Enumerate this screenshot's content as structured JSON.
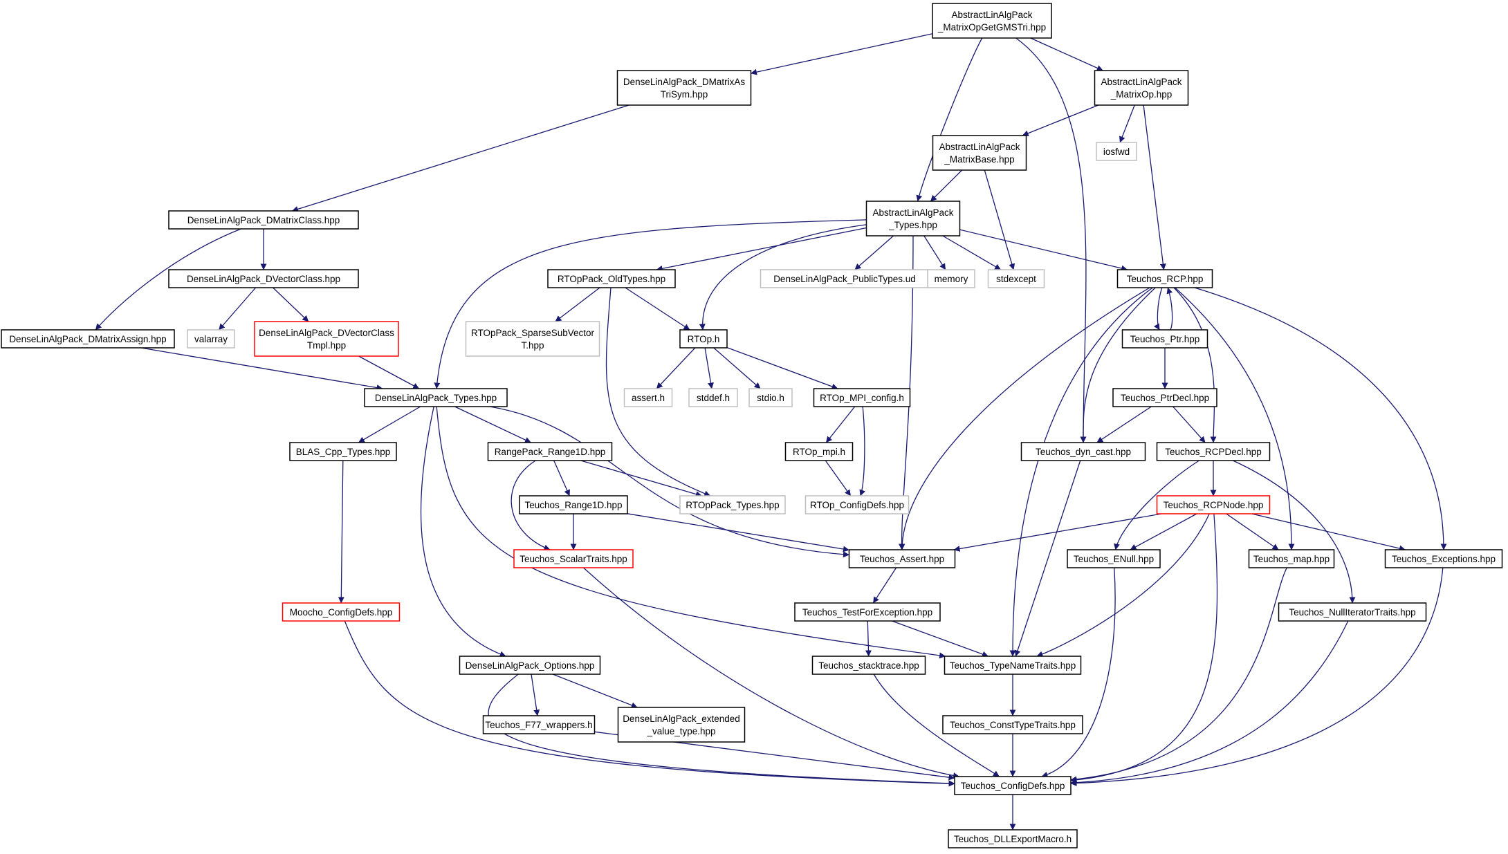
{
  "colors": {
    "edge": "#191970",
    "normal_border": "#000000",
    "external_border": "#bfbfbf",
    "incomplete_border": "#ff0000",
    "root_fill": "#bfbfbf",
    "background": "#ffffff"
  },
  "nodes": [
    {
      "id": "root",
      "lines": [
        "AbstractLinAlgPack",
        "_MatrixOpGetGMSTri.hpp"
      ],
      "style": "root"
    },
    {
      "id": "dmatrixastrisym",
      "lines": [
        "DenseLinAlgPack_DMatrixAs",
        "TriSym.hpp"
      ],
      "style": "normal"
    },
    {
      "id": "alap_matrixop",
      "lines": [
        "AbstractLinAlgPack",
        "_MatrixOp.hpp"
      ],
      "style": "normal"
    },
    {
      "id": "alap_matrixbase",
      "lines": [
        "AbstractLinAlgPack",
        "_MatrixBase.hpp"
      ],
      "style": "normal"
    },
    {
      "id": "iosfwd",
      "lines": [
        "iosfwd"
      ],
      "style": "external"
    },
    {
      "id": "dmatrixclass",
      "lines": [
        "DenseLinAlgPack_DMatrixClass.hpp"
      ],
      "style": "normal"
    },
    {
      "id": "alap_types",
      "lines": [
        "AbstractLinAlgPack",
        "_Types.hpp"
      ],
      "style": "normal"
    },
    {
      "id": "dvectorclass",
      "lines": [
        "DenseLinAlgPack_DVectorClass.hpp"
      ],
      "style": "normal"
    },
    {
      "id": "rtoppack_oldtypes",
      "lines": [
        "RTOpPack_OldTypes.hpp"
      ],
      "style": "normal"
    },
    {
      "id": "publictypes",
      "lines": [
        "DenseLinAlgPack_PublicTypes.ud"
      ],
      "style": "external"
    },
    {
      "id": "memory",
      "lines": [
        "memory"
      ],
      "style": "external"
    },
    {
      "id": "stdexcept",
      "lines": [
        "stdexcept"
      ],
      "style": "external"
    },
    {
      "id": "teuchos_rcp",
      "lines": [
        "Teuchos_RCP.hpp"
      ],
      "style": "normal"
    },
    {
      "id": "dmatrixassign",
      "lines": [
        "DenseLinAlgPack_DMatrixAssign.hpp"
      ],
      "style": "normal"
    },
    {
      "id": "valarray",
      "lines": [
        "valarray"
      ],
      "style": "external"
    },
    {
      "id": "dvectorclasstmpl",
      "lines": [
        "DenseLinAlgPack_DVectorClass",
        "Tmpl.hpp"
      ],
      "style": "incomplete"
    },
    {
      "id": "sparsesubvector",
      "lines": [
        "RTOpPack_SparseSubVector",
        "T.hpp"
      ],
      "style": "external"
    },
    {
      "id": "rtop_h",
      "lines": [
        "RTOp.h"
      ],
      "style": "normal"
    },
    {
      "id": "teuchos_ptr",
      "lines": [
        "Teuchos_Ptr.hpp"
      ],
      "style": "normal"
    },
    {
      "id": "dlap_types",
      "lines": [
        "DenseLinAlgPack_Types.hpp"
      ],
      "style": "normal"
    },
    {
      "id": "assert_h",
      "lines": [
        "assert.h"
      ],
      "style": "external"
    },
    {
      "id": "stddef_h",
      "lines": [
        "stddef.h"
      ],
      "style": "external"
    },
    {
      "id": "stdio_h",
      "lines": [
        "stdio.h"
      ],
      "style": "external"
    },
    {
      "id": "rtop_mpi_config",
      "lines": [
        "RTOp_MPI_config.h"
      ],
      "style": "normal"
    },
    {
      "id": "teuchos_ptrdecl",
      "lines": [
        "Teuchos_PtrDecl.hpp"
      ],
      "style": "normal"
    },
    {
      "id": "blas_cpp_types",
      "lines": [
        "BLAS_Cpp_Types.hpp"
      ],
      "style": "normal"
    },
    {
      "id": "rangepack",
      "lines": [
        "RangePack_Range1D.hpp"
      ],
      "style": "normal"
    },
    {
      "id": "rtop_mpi_h",
      "lines": [
        "RTOp_mpi.h"
      ],
      "style": "normal"
    },
    {
      "id": "teuchos_dyn_cast",
      "lines": [
        "Teuchos_dyn_cast.hpp"
      ],
      "style": "normal"
    },
    {
      "id": "teuchos_rcpdecl",
      "lines": [
        "Teuchos_RCPDecl.hpp"
      ],
      "style": "normal"
    },
    {
      "id": "teuchos_range1d",
      "lines": [
        "Teuchos_Range1D.hpp"
      ],
      "style": "normal"
    },
    {
      "id": "rtoppack_types",
      "lines": [
        "RTOpPack_Types.hpp"
      ],
      "style": "external"
    },
    {
      "id": "rtop_configdefs",
      "lines": [
        "RTOp_ConfigDefs.hpp"
      ],
      "style": "external"
    },
    {
      "id": "teuchos_rcpnode",
      "lines": [
        "Teuchos_RCPNode.hpp"
      ],
      "style": "incomplete"
    },
    {
      "id": "teuchos_scalartraits",
      "lines": [
        "Teuchos_ScalarTraits.hpp"
      ],
      "style": "incomplete"
    },
    {
      "id": "teuchos_assert",
      "lines": [
        "Teuchos_Assert.hpp"
      ],
      "style": "normal"
    },
    {
      "id": "teuchos_enull",
      "lines": [
        "Teuchos_ENull.hpp"
      ],
      "style": "normal"
    },
    {
      "id": "teuchos_map",
      "lines": [
        "Teuchos_map.hpp"
      ],
      "style": "normal"
    },
    {
      "id": "teuchos_exceptions",
      "lines": [
        "Teuchos_Exceptions.hpp"
      ],
      "style": "normal"
    },
    {
      "id": "moocho_configdefs",
      "lines": [
        "Moocho_ConfigDefs.hpp"
      ],
      "style": "incomplete"
    },
    {
      "id": "teuchos_testforexception",
      "lines": [
        "Teuchos_TestForException.hpp"
      ],
      "style": "normal"
    },
    {
      "id": "teuchos_nulliteratortraits",
      "lines": [
        "Teuchos_NullIteratorTraits.hpp"
      ],
      "style": "normal"
    },
    {
      "id": "dlap_options",
      "lines": [
        "DenseLinAlgPack_Options.hpp"
      ],
      "style": "normal"
    },
    {
      "id": "teuchos_stacktrace",
      "lines": [
        "Teuchos_stacktrace.hpp"
      ],
      "style": "normal"
    },
    {
      "id": "teuchos_typenametraits",
      "lines": [
        "Teuchos_TypeNameTraits.hpp"
      ],
      "style": "normal"
    },
    {
      "id": "teuchos_f77",
      "lines": [
        "Teuchos_F77_wrappers.h"
      ],
      "style": "normal"
    },
    {
      "id": "extended_value_type",
      "lines": [
        "DenseLinAlgPack_extended",
        "_value_type.hpp"
      ],
      "style": "normal"
    },
    {
      "id": "teuchos_consttypetraits",
      "lines": [
        "Teuchos_ConstTypeTraits.hpp"
      ],
      "style": "normal"
    },
    {
      "id": "teuchos_configdefs",
      "lines": [
        "Teuchos_ConfigDefs.hpp"
      ],
      "style": "normal"
    },
    {
      "id": "teuchos_dllexportmacro",
      "lines": [
        "Teuchos_DLLExportMacro.h"
      ],
      "style": "normal"
    }
  ],
  "edges": [
    [
      "root",
      "dmatrixastrisym"
    ],
    [
      "root",
      "alap_types"
    ],
    [
      "root",
      "teuchos_dyn_cast"
    ],
    [
      "root",
      "alap_matrixop"
    ],
    [
      "dmatrixastrisym",
      "dmatrixclass"
    ],
    [
      "alap_matrixop",
      "alap_matrixbase"
    ],
    [
      "alap_matrixop",
      "iosfwd"
    ],
    [
      "alap_matrixop",
      "teuchos_rcp"
    ],
    [
      "alap_matrixbase",
      "alap_types"
    ],
    [
      "alap_matrixbase",
      "stdexcept"
    ],
    [
      "dmatrixclass",
      "dvectorclass"
    ],
    [
      "dmatrixclass",
      "dmatrixassign"
    ],
    [
      "dvectorclass",
      "valarray"
    ],
    [
      "dvectorclass",
      "dvectorclasstmpl"
    ],
    [
      "alap_types",
      "dlap_types"
    ],
    [
      "alap_types",
      "rtoppack_oldtypes"
    ],
    [
      "alap_types",
      "rtop_h"
    ],
    [
      "alap_types",
      "publictypes"
    ],
    [
      "alap_types",
      "memory"
    ],
    [
      "alap_types",
      "stdexcept"
    ],
    [
      "alap_types",
      "teuchos_rcp"
    ],
    [
      "alap_types",
      "teuchos_assert"
    ],
    [
      "dmatrixassign",
      "dlap_types"
    ],
    [
      "dvectorclasstmpl",
      "dlap_types"
    ],
    [
      "rtoppack_oldtypes",
      "sparsesubvector"
    ],
    [
      "rtoppack_oldtypes",
      "rtop_h"
    ],
    [
      "rtoppack_oldtypes",
      "rtoppack_types"
    ],
    [
      "rtop_h",
      "assert_h"
    ],
    [
      "rtop_h",
      "stddef_h"
    ],
    [
      "rtop_h",
      "stdio_h"
    ],
    [
      "rtop_h",
      "rtop_mpi_config"
    ],
    [
      "rtop_mpi_config",
      "rtop_mpi_h"
    ],
    [
      "rtop_mpi_config",
      "rtop_configdefs"
    ],
    [
      "rtop_mpi_h",
      "rtop_configdefs"
    ],
    [
      "dlap_types",
      "blas_cpp_types"
    ],
    [
      "dlap_types",
      "rangepack"
    ],
    [
      "dlap_types",
      "teuchos_assert"
    ],
    [
      "dlap_types",
      "teuchos_typenametraits"
    ],
    [
      "dlap_types",
      "dlap_options"
    ],
    [
      "blas_cpp_types",
      "moocho_configdefs"
    ],
    [
      "rangepack",
      "teuchos_range1d"
    ],
    [
      "rangepack",
      "teuchos_scalartraits"
    ],
    [
      "rangepack",
      "rtoppack_types"
    ],
    [
      "teuchos_range1d",
      "teuchos_scalartraits"
    ],
    [
      "teuchos_range1d",
      "teuchos_assert"
    ],
    [
      "teuchos_scalartraits",
      "teuchos_configdefs"
    ],
    [
      "teuchos_rcp",
      "teuchos_ptr"
    ],
    [
      "teuchos_rcp",
      "teuchos_assert"
    ],
    [
      "teuchos_rcp",
      "teuchos_dyn_cast"
    ],
    [
      "teuchos_rcp",
      "teuchos_rcpdecl"
    ],
    [
      "teuchos_rcp",
      "teuchos_map"
    ],
    [
      "teuchos_rcp",
      "teuchos_exceptions"
    ],
    [
      "teuchos_rcp",
      "teuchos_typenametraits"
    ],
    [
      "teuchos_ptr",
      "teuchos_ptrdecl"
    ],
    [
      "teuchos_ptr",
      "teuchos_rcp"
    ],
    [
      "teuchos_ptrdecl",
      "teuchos_dyn_cast"
    ],
    [
      "teuchos_ptrdecl",
      "teuchos_rcpdecl"
    ],
    [
      "teuchos_dyn_cast",
      "teuchos_typenametraits"
    ],
    [
      "teuchos_rcpdecl",
      "teuchos_rcpnode"
    ],
    [
      "teuchos_rcpdecl",
      "teuchos_enull"
    ],
    [
      "teuchos_rcpdecl",
      "teuchos_nulliteratortraits"
    ],
    [
      "teuchos_rcpnode",
      "teuchos_assert"
    ],
    [
      "teuchos_rcpnode",
      "teuchos_enull"
    ],
    [
      "teuchos_rcpnode",
      "teuchos_map"
    ],
    [
      "teuchos_rcpnode",
      "teuchos_exceptions"
    ],
    [
      "teuchos_rcpnode",
      "teuchos_typenametraits"
    ],
    [
      "teuchos_rcpnode",
      "teuchos_configdefs"
    ],
    [
      "teuchos_assert",
      "teuchos_testforexception"
    ],
    [
      "teuchos_testforexception",
      "teuchos_stacktrace"
    ],
    [
      "teuchos_testforexception",
      "teuchos_typenametraits"
    ],
    [
      "teuchos_stacktrace",
      "teuchos_configdefs"
    ],
    [
      "teuchos_typenametraits",
      "teuchos_consttypetraits"
    ],
    [
      "teuchos_consttypetraits",
      "teuchos_configdefs"
    ],
    [
      "teuchos_enull",
      "teuchos_configdefs"
    ],
    [
      "teuchos_map",
      "teuchos_configdefs"
    ],
    [
      "teuchos_exceptions",
      "teuchos_configdefs"
    ],
    [
      "teuchos_nulliteratortraits",
      "teuchos_configdefs"
    ],
    [
      "moocho_configdefs",
      "teuchos_configdefs"
    ],
    [
      "dlap_options",
      "teuchos_f77"
    ],
    [
      "dlap_options",
      "extended_value_type"
    ],
    [
      "dlap_options",
      "teuchos_configdefs"
    ],
    [
      "teuchos_f77",
      "teuchos_configdefs"
    ],
    [
      "teuchos_configdefs",
      "teuchos_dllexportmacro"
    ]
  ]
}
